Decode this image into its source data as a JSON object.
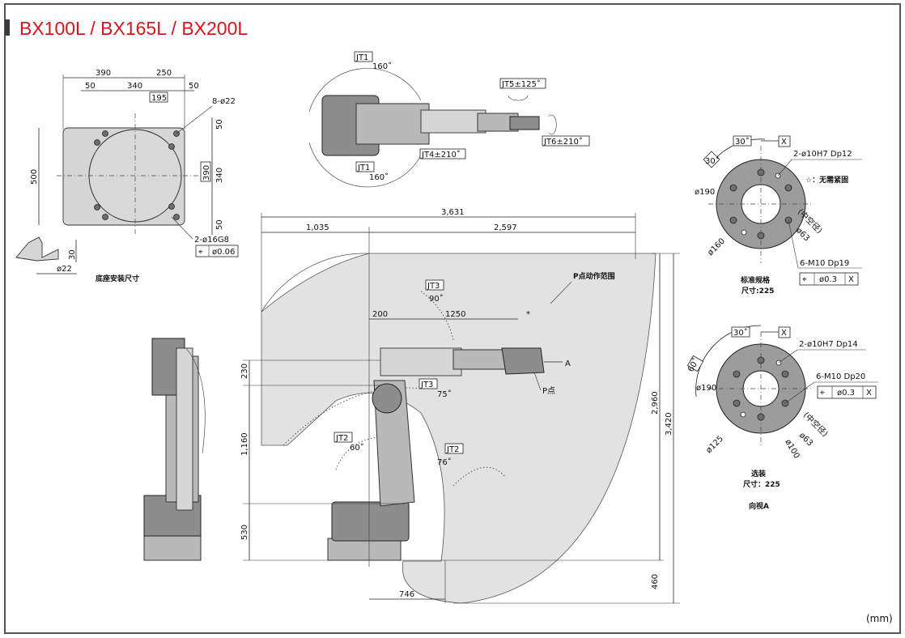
{
  "title": "BX100L / BX165L / BX200L",
  "unit": "(mm)",
  "base": {
    "dims": {
      "w390": "390",
      "w250": "250",
      "w50a": "50",
      "w340": "340",
      "w50b": "50",
      "w195": "195",
      "holes": "8-ø22",
      "h50a": "50",
      "h340": "340",
      "h390": "390",
      "h50b": "50",
      "h500": "500"
    },
    "pin": {
      "label": "2-ø16G8",
      "tol_symbol": "⌖",
      "tol": "ø0.06"
    },
    "detail": {
      "d30": "30",
      "d22": "ø22"
    },
    "caption": "底座安装尺寸"
  },
  "top_view": {
    "jt1_top": "JT1",
    "jt1_top_deg": "160˚",
    "jt1_bot": "JT1",
    "jt1_bot_deg": "160˚",
    "jt4": "JT4±210˚",
    "jt5": "JT5±125˚",
    "jt6": "JT6±210˚"
  },
  "side_view": {
    "d3631": "3,631",
    "d1035": "1,035",
    "d2597": "2,597",
    "d200": "200",
    "d1250": "1250",
    "star": "*",
    "a_label": "A",
    "p_point": "P点",
    "p_range": "P点动作范围",
    "jt3_top": "JT3",
    "jt3_top_deg": "90˚",
    "jt3_mid": "JT3",
    "jt3_mid_deg": "75˚",
    "jt2_left": "JT2",
    "jt2_left_deg": "60˚",
    "jt2_right": "JT2",
    "jt2_right_deg": "76˚",
    "d230": "230",
    "d1160": "1,160",
    "d530": "530",
    "d2960": "2,960",
    "d3420": "3,420",
    "d460": "460",
    "d746": "746"
  },
  "flange_std": {
    "ang1": "30˚",
    "ang2": "30˚",
    "datum": "X",
    "pin_holes": "2-ø10H7 Dp12",
    "star_note": "☆：无需紧固",
    "d190": "ø190",
    "d160": "ø160",
    "bore_note": "(中空径)",
    "bore": "ø63",
    "tapped": "6-M10 Dp19",
    "tol_symbol": "⌖",
    "tol": "ø0.3",
    "tol_datum": "X",
    "caption1": "标准规格",
    "caption2": "尺寸:225"
  },
  "flange_opt": {
    "ang1": "30˚",
    "ang2": "60˚",
    "datum": "X",
    "pin_holes": "2-ø10H7 Dp14",
    "tapped": "6-M10 Dp20",
    "tol_symbol": "⌖",
    "tol": "ø0.3",
    "tol_datum": "X",
    "d190": "ø190",
    "d125": "ø125",
    "d100": "ø100",
    "bore_note": "(中空径)",
    "bore": "ø63",
    "caption1": "选装",
    "caption2": "尺寸：225",
    "caption3": "向视A"
  }
}
